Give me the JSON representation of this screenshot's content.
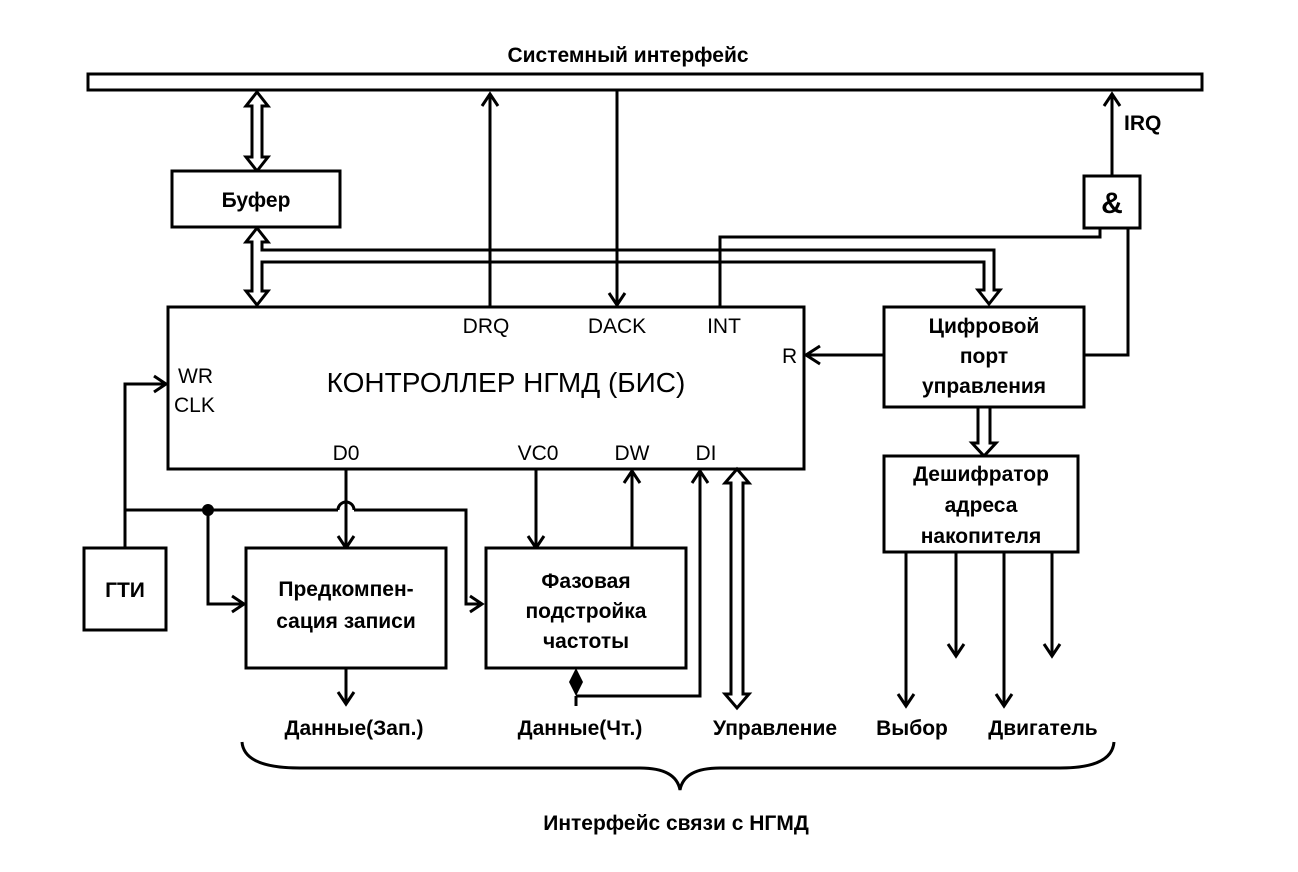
{
  "bus": {
    "title": "Системный интерфейс"
  },
  "blocks": {
    "buffer": "Буфер",
    "and_gate": "&",
    "controller": "КОНТРОЛЛЕР НГМД (БИС)",
    "digital_port": [
      "Цифровой",
      "порт",
      "управления"
    ],
    "decoder": [
      "Дешифратор",
      "адреса",
      "накопителя"
    ],
    "gti": "ГТИ",
    "precomp": [
      "Предкомпен-",
      "сация записи"
    ],
    "pll": [
      "Фазовая",
      "подстройка",
      "частоты"
    ]
  },
  "signals": {
    "drq": "DRQ",
    "dack": "DACK",
    "int": "INT",
    "irq": "IRQ",
    "r": "R",
    "wr": "WR",
    "clk": "CLK",
    "d0": "D0",
    "vc0": "VC0",
    "dw": "DW",
    "di": "DI"
  },
  "outputs": {
    "write_data": "Данные(Зап.)",
    "read_data": "Данные(Чт.)",
    "control": "Управление",
    "select": "Выбор",
    "motor": "Двигатель"
  },
  "footer": {
    "caption": "Интерфейс связи с НГМД"
  }
}
